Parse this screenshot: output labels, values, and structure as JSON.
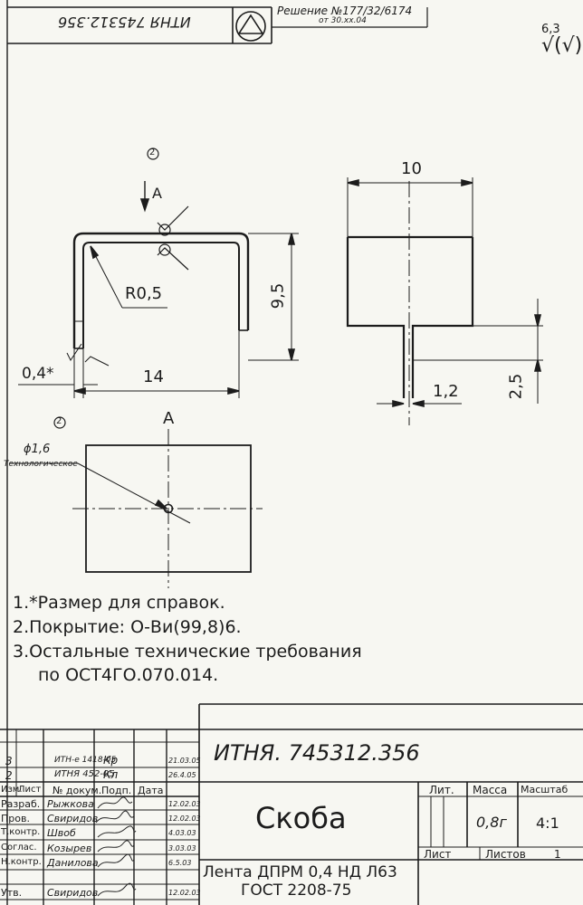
{
  "stamp": {
    "doc_number_rotated": "ИТНЯ 745312.356",
    "decision_line1": "Решение №177/32/6174",
    "decision_line2": "от 30.xx.04"
  },
  "roughness": {
    "value": "6,3",
    "symbol": "√(√)"
  },
  "drawing": {
    "position_mark": "2",
    "view_arrow_label": "A",
    "radius": "R0,5",
    "dim_height": "9,5",
    "dim_wire": "0,4*",
    "dim_width": "14",
    "side_width": "10",
    "side_leg_width": "1,2",
    "side_leg_height": "2,5",
    "view_a_mark": "2",
    "view_a_title": "A",
    "hole_diameter": "ϕ1,6",
    "hole_note": "Технологическое"
  },
  "notes": [
    "1.*Размер для справок.",
    "2.Покрытие: О-Ви(99,8)6.",
    "3.Остальные технические требования",
    "по ОСТ4ГО.070.014."
  ],
  "title_block": {
    "doc_number": "ИТНЯ. 745312.356",
    "part_name": "Скоба",
    "material_line1": "Лента ДПРМ 0,4 НД Л63",
    "material_line2": "ГОСТ 2208-75",
    "col_lit": "Лит.",
    "col_mass": "Масса",
    "col_scale": "Масштаб",
    "mass": "0,8г",
    "scale": "4:1",
    "sheet_label": "Лист",
    "sheets_label": "Листов",
    "sheets_count": "1",
    "rev_rows": [
      {
        "change": "3",
        "doc": "ИТН-е 1418-05",
        "sign": "Кр",
        "date": "21.03.05"
      },
      {
        "change": "2",
        "doc": "ИТНЯ 452-05",
        "sign": "Кл",
        "date": "26.4.05"
      }
    ],
    "header": {
      "izm": "Изм.",
      "list": "Лист",
      "doc": "№ докум.",
      "sign": "Подп.",
      "date": "Дата"
    },
    "people": [
      {
        "role": "Разраб.",
        "name": "Рыжкова",
        "date": "12.02.03"
      },
      {
        "role": "Пров.",
        "name": "Свиридов",
        "date": "12.02.03"
      },
      {
        "role": "Т.контр.",
        "name": "Швоб",
        "date": "4.03.03"
      },
      {
        "role": "Соглас.",
        "name": "Козырев",
        "date": "3.03.03"
      },
      {
        "role": "Н.контр.",
        "name": "Данилова",
        "date": "6.5.03"
      },
      {
        "role": "Утв.",
        "name": "Свиридов",
        "date": "12.02.03"
      }
    ]
  }
}
